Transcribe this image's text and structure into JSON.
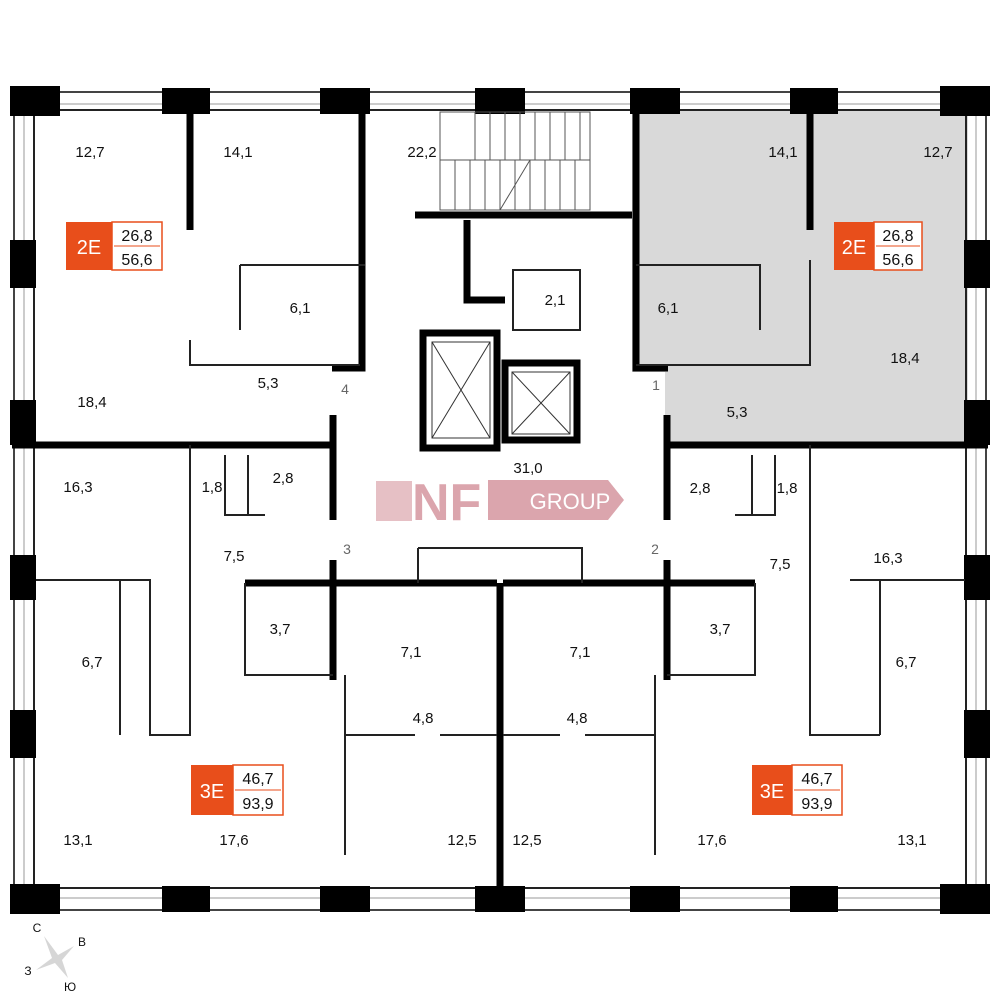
{
  "colors": {
    "badge": "#e84e1b",
    "selected_fill": "#d9d9d9",
    "logo": "#dba5ad",
    "wall": "#000000"
  },
  "apartments": [
    {
      "name": "top-left",
      "type": "2E",
      "living": "26,8",
      "total": "56,6",
      "rooms": [
        "12,7",
        "14,1",
        "6,1",
        "5,3",
        "18,4"
      ]
    },
    {
      "name": "top-right",
      "type": "2E",
      "living": "26,8",
      "total": "56,6",
      "selected": true,
      "rooms": [
        "14,1",
        "12,7",
        "6,1",
        "18,4",
        "5,3"
      ]
    },
    {
      "name": "bottom-left",
      "type": "3E",
      "living": "46,7",
      "total": "93,9",
      "rooms": [
        "16,3",
        "1,8",
        "7,5",
        "3,7",
        "6,7",
        "7,1",
        "4,8",
        "13,1",
        "17,6",
        "12,5",
        "2,8"
      ]
    },
    {
      "name": "bottom-right",
      "type": "3E",
      "living": "46,7",
      "total": "93,9",
      "rooms": [
        "1,8",
        "7,5",
        "16,3",
        "3,7",
        "6,7",
        "7,1",
        "4,8",
        "12,5",
        "17,6",
        "13,1",
        "2,8"
      ]
    }
  ],
  "common": {
    "stair": "22,2",
    "utility": "2,1",
    "hall": "31,0"
  },
  "entrances": [
    "1",
    "2",
    "3",
    "4"
  ],
  "logo": {
    "text": "NF",
    "group": "GROUP"
  },
  "compass": {
    "n": "С",
    "e": "В",
    "w": "З",
    "s": "Ю"
  }
}
